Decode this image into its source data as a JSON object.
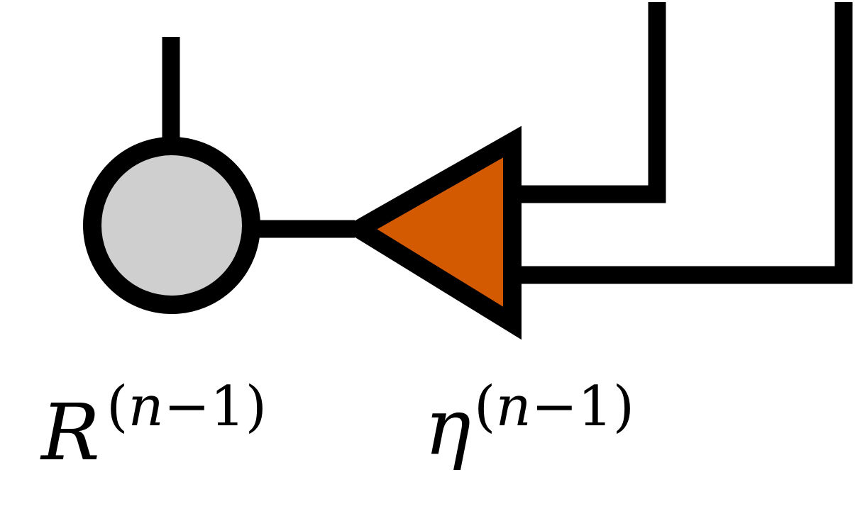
{
  "colors": {
    "stroke": "#000000",
    "circle_fill": "#d0cfcf",
    "triangle_fill": "#d35a00",
    "background": "#ffffff"
  },
  "nodes": {
    "r_tensor": {
      "shape": "circle",
      "symbol": "R",
      "superscript_open": "(",
      "superscript_var": "n",
      "superscript_rest": "−1)"
    },
    "eta_tensor": {
      "shape": "triangle",
      "symbol": "η",
      "superscript_open": "(",
      "superscript_var": "n",
      "superscript_rest": "−1)"
    }
  }
}
